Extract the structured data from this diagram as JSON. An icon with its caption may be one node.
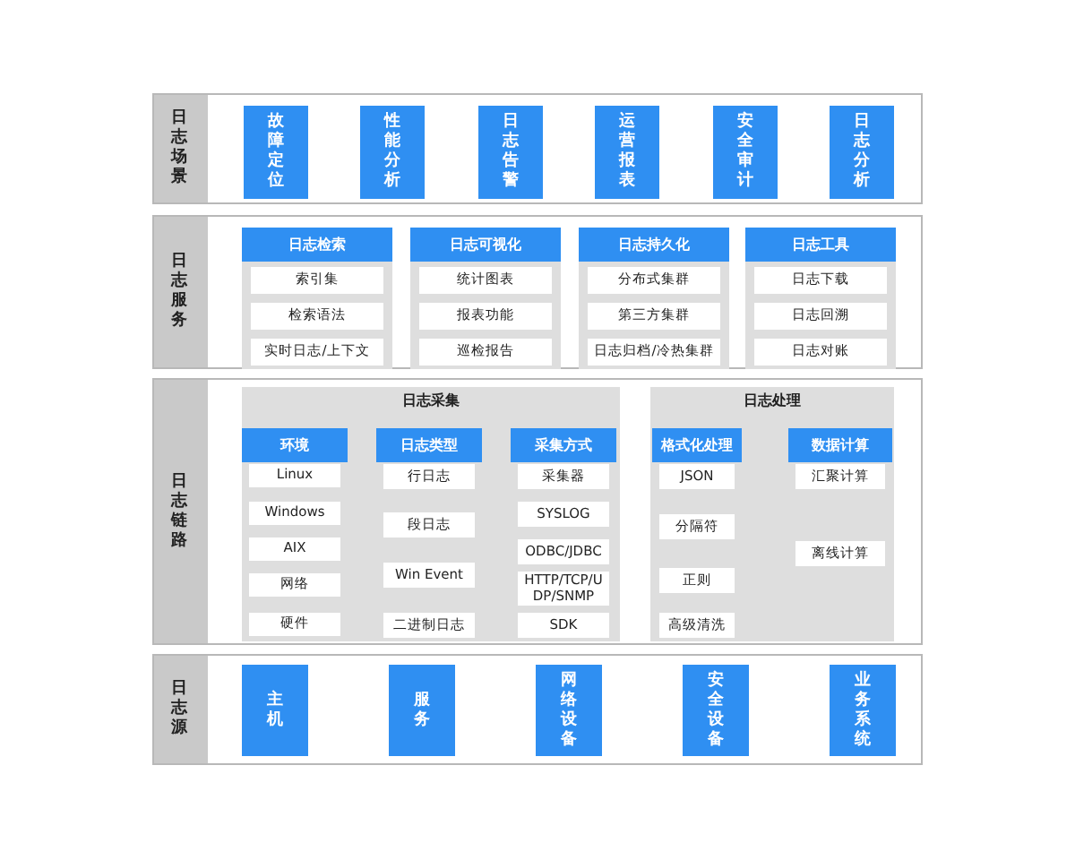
{
  "diagram": {
    "nodes": [
      {
        "text": [
          "日志场景"
        ]
      },
      {
        "text": [
          "故障定位"
        ],
        "in": 0
      },
      {
        "text": [
          "性能分析"
        ],
        "in": 0
      },
      {
        "text": [
          "日志告警"
        ],
        "in": 0
      },
      {
        "text": [
          "运营报表"
        ],
        "in": 0
      },
      {
        "text": [
          "安全审计"
        ],
        "in": 0
      },
      {
        "text": [
          "日志分析"
        ],
        "in": 0
      },
      {
        "text": [
          "日志服务"
        ]
      },
      {
        "text": [
          "日志检索"
        ],
        "in": 7
      },
      {
        "text": [
          "索引集"
        ],
        "in": 8
      },
      {
        "text": [
          "检索语法"
        ],
        "in": 8
      },
      {
        "text": [
          "实时日志/上下文"
        ],
        "in": 8
      },
      {
        "text": [
          "日志可视化"
        ],
        "in": 7
      },
      {
        "text": [
          "统计图表"
        ],
        "in": 12
      },
      {
        "text": [
          "报表功能"
        ],
        "in": 12
      },
      {
        "text": [
          "巡检报告"
        ],
        "in": 12
      },
      {
        "text": [
          "日志持久化"
        ],
        "in": 7
      },
      {
        "text": [
          "分布式集群"
        ],
        "in": 16
      },
      {
        "text": [
          "第三方集群"
        ],
        "in": 16
      },
      {
        "text": [
          "日志归档/冷热集群"
        ],
        "in": 16
      },
      {
        "text": [
          "日志工具"
        ],
        "in": 7
      },
      {
        "text": [
          "日志下载"
        ],
        "in": 20
      },
      {
        "text": [
          "日志回溯"
        ],
        "in": 20
      },
      {
        "text": [
          "日志对账"
        ],
        "in": 20
      },
      {
        "text": [
          "日志链路"
        ]
      },
      {
        "text": [
          "日志采集"
        ],
        "in": 24
      },
      {
        "text": [
          "环境"
        ],
        "in": 25
      },
      {
        "text": [
          "Linux"
        ],
        "in": 26
      },
      {
        "text": [
          "Windows"
        ],
        "in": 26
      },
      {
        "text": [
          "AIX"
        ],
        "in": 26
      },
      {
        "text": [
          "网络"
        ],
        "in": 26
      },
      {
        "text": [
          "硬件"
        ],
        "in": 26
      },
      {
        "text": [
          "日志类型"
        ],
        "in": 25
      },
      {
        "text": [
          "行日志"
        ],
        "in": 32
      },
      {
        "text": [
          "段日志"
        ],
        "in": 32
      },
      {
        "text": [
          "Win Event"
        ],
        "in": 32
      },
      {
        "text": [
          "二进制日志"
        ],
        "in": 32
      },
      {
        "text": [
          "采集方式"
        ],
        "in": 25
      },
      {
        "text": [
          "采集器"
        ],
        "in": 37
      },
      {
        "text": [
          "SYSLOG"
        ],
        "in": 37
      },
      {
        "text": [
          "ODBC/JDBC"
        ],
        "in": 37
      },
      {
        "text": [
          "HTTP/TCP/UDP/SNMP"
        ],
        "in": 37
      },
      {
        "text": [
          "SDK"
        ],
        "in": 37
      },
      {
        "text": [
          "日志处理"
        ],
        "in": 24
      },
      {
        "text": [
          "格式化处理"
        ],
        "in": 43
      },
      {
        "text": [
          "JSON"
        ],
        "in": 44
      },
      {
        "text": [
          "分隔符"
        ],
        "in": 44
      },
      {
        "text": [
          "正则"
        ],
        "in": 44
      },
      {
        "text": [
          "高级清洗"
        ],
        "in": 44
      },
      {
        "text": [
          "数据计算"
        ],
        "in": 43
      },
      {
        "text": [
          "汇聚计算"
        ],
        "in": 49
      },
      {
        "text": [
          "离线计算"
        ],
        "in": 49
      },
      {
        "text": [
          "日志源"
        ]
      },
      {
        "text": [
          "主机"
        ],
        "in": 52
      },
      {
        "text": [
          "服务"
        ],
        "in": 52
      },
      {
        "text": [
          "网络设备"
        ],
        "in": 52
      },
      {
        "text": [
          "安全设备"
        ],
        "in": 52
      },
      {
        "text": [
          "业务系统"
        ],
        "in": 52
      }
    ]
  }
}
